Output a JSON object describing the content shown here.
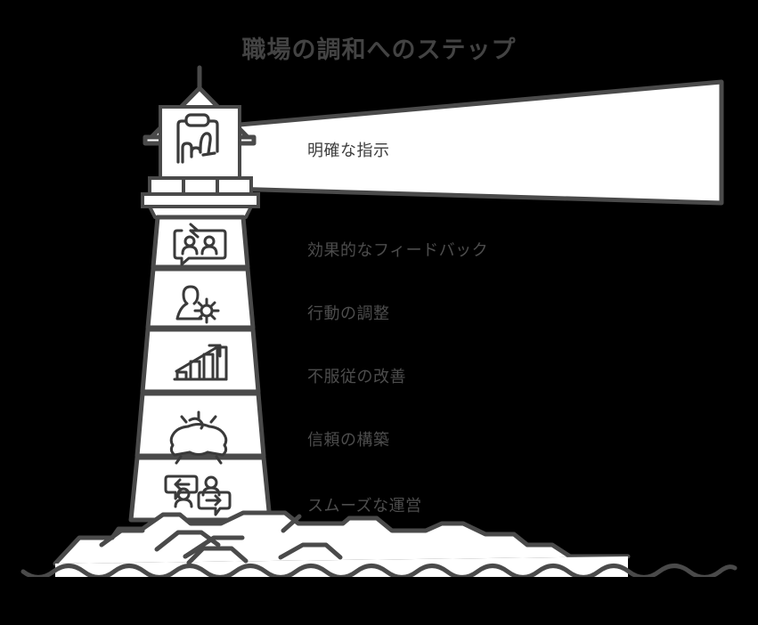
{
  "page": {
    "background_color": "#000000",
    "stroke_color": "#4a4a4a",
    "fill_color": "#ffffff",
    "text_color": "#4d4d4d"
  },
  "header": {
    "title": "職場の調和へのステップ"
  },
  "beam": {
    "label": "明確な指示",
    "icon": "clipboard-pointing-hand-icon"
  },
  "tower": {
    "segments": [
      {
        "label": "効果的なフィードバック",
        "icon": "feedback-speech-bubble-people-icon"
      },
      {
        "label": "行動の調整",
        "icon": "person-gear-icon"
      },
      {
        "label": "不服従の改善",
        "icon": "bar-chart-growth-arrow-icon"
      },
      {
        "label": "信頼の構築",
        "icon": "fist-bump-trust-icon"
      },
      {
        "label": "スムーズな運営",
        "icon": "two-way-communication-icon"
      }
    ]
  },
  "base": {
    "rocks_icon": "rocky-island-icon",
    "water_icon": "wave-line-icon"
  }
}
